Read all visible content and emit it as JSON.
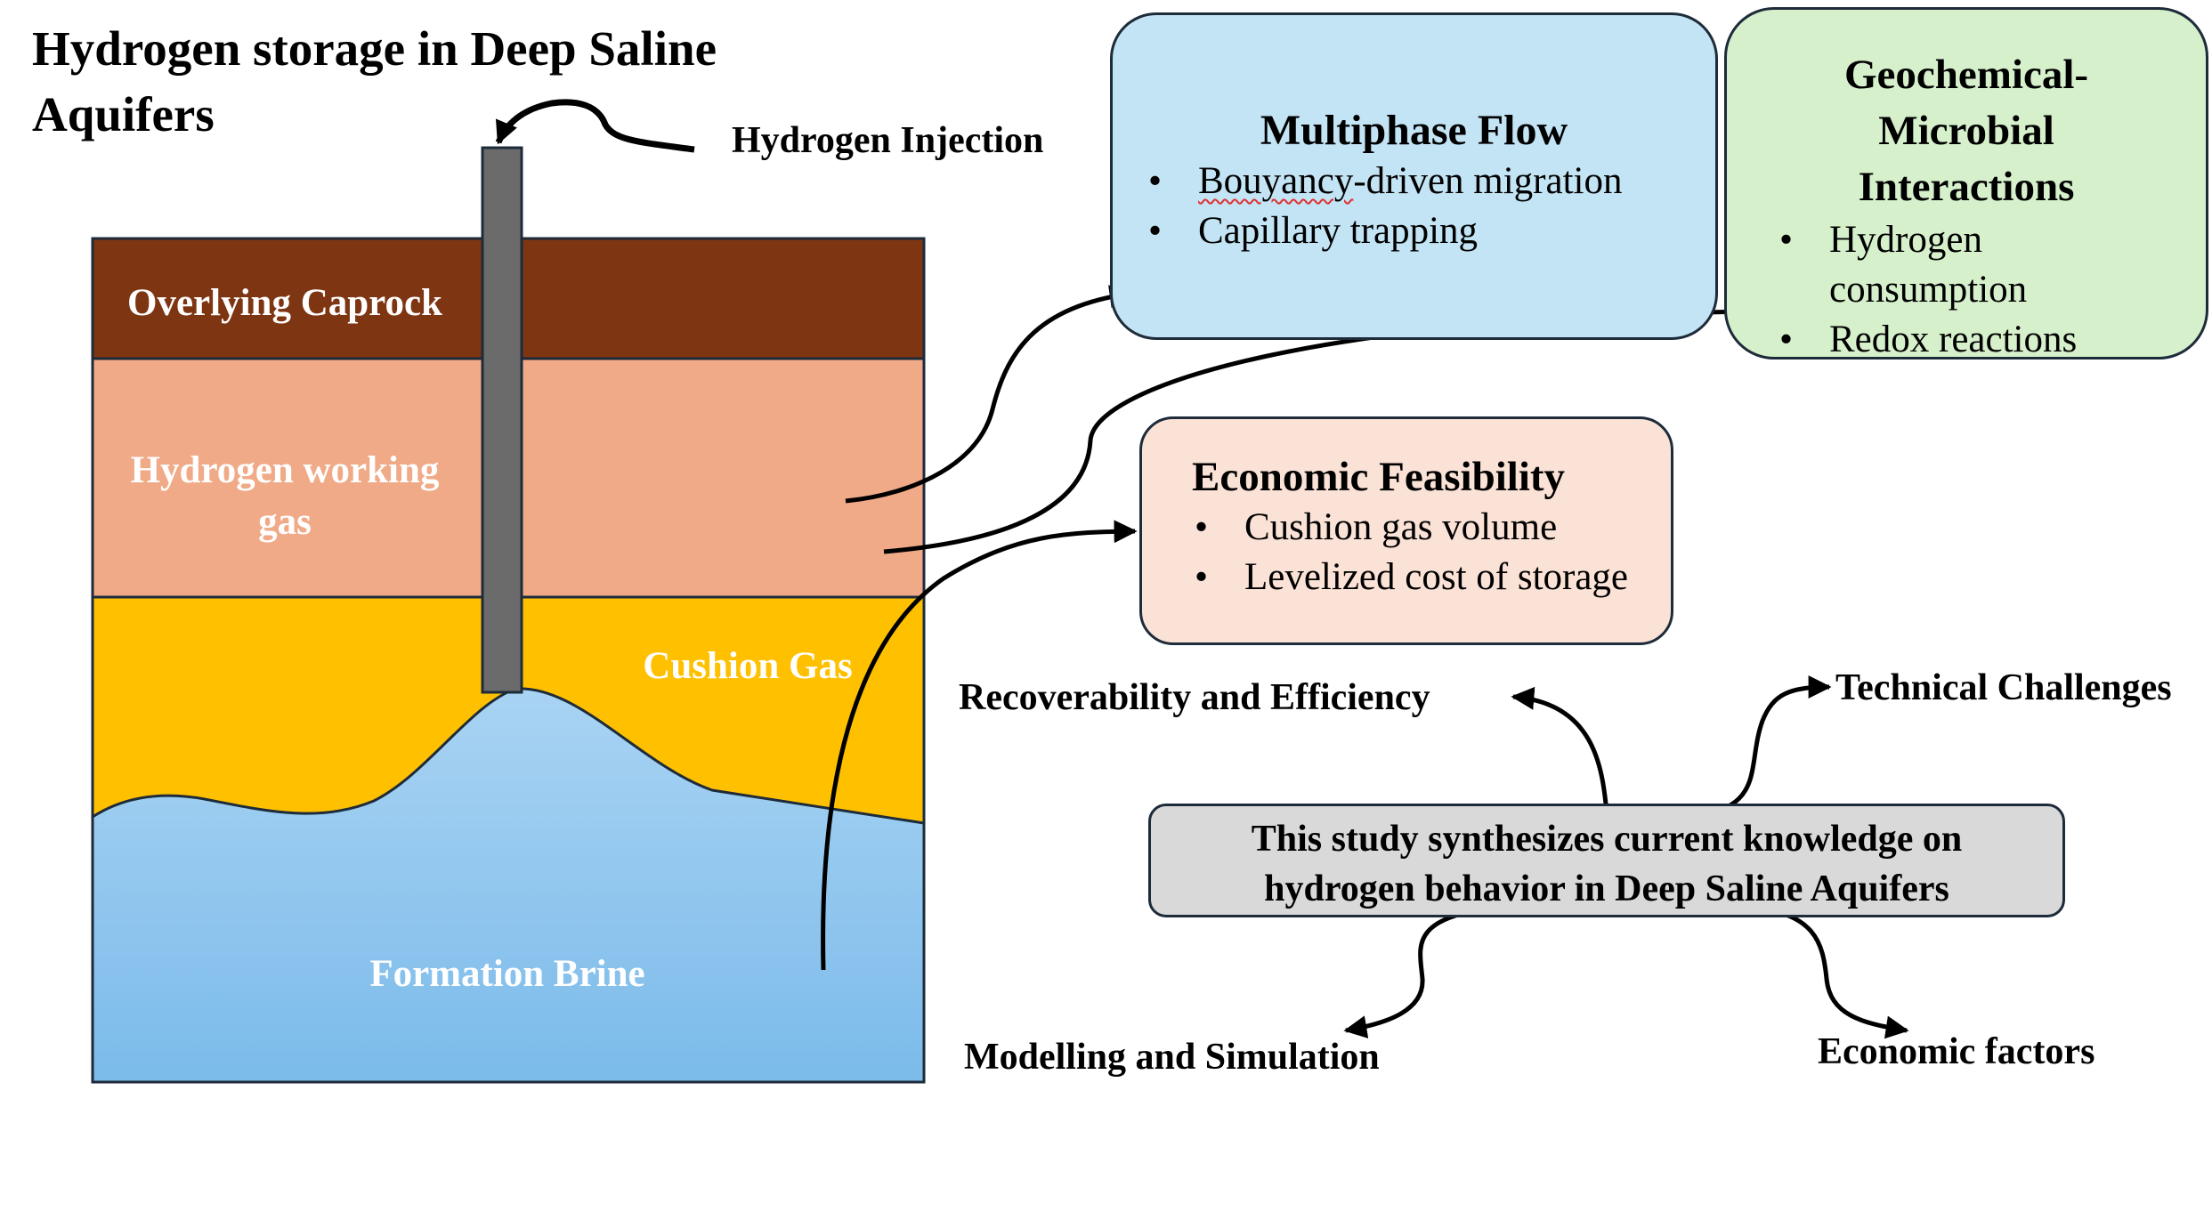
{
  "title": "Hydrogen storage in Deep Saline Aquifers",
  "injection_label": "Hydrogen Injection",
  "layers": {
    "caprock": "Overlying Caprock",
    "working_gas": "Hydrogen working gas",
    "cushion_gas": "Cushion Gas",
    "brine": "Formation Brine"
  },
  "boxes": {
    "multiphase": {
      "title": "Multiphase Flow",
      "bullets": [
        "Bouyancy-driven migration",
        "Capillary trapping"
      ]
    },
    "geochemical": {
      "title": "Geochemical-Microbial Interactions",
      "bullets": [
        "Hydrogen consumption",
        "Redox reactions"
      ]
    },
    "economic": {
      "title": "Economic Feasibility",
      "bullets": [
        "Cushion gas volume",
        "Levelized cost of storage"
      ]
    },
    "study": {
      "text": "This study synthesizes current knowledge on hydrogen behavior in Deep Saline Aquifers"
    }
  },
  "outcomes": {
    "recoverability": "Recoverability and Efficiency",
    "technical": "Technical Challenges",
    "modelling": "Modelling and Simulation",
    "economic_factors": "Economic factors"
  },
  "colors": {
    "caprock": "#7e3512",
    "working_gas": "#f0aa87",
    "cushion_gas": "#ffc000",
    "brine_top": "#a9d3f3",
    "brine_bottom": "#7bbbea",
    "well": "#6b6b6b",
    "multiphase_box": "#c3e4f4",
    "geochemical_box": "#d6f0cc",
    "economic_box": "#fbe2d6",
    "study_box": "#d9d9d9"
  }
}
